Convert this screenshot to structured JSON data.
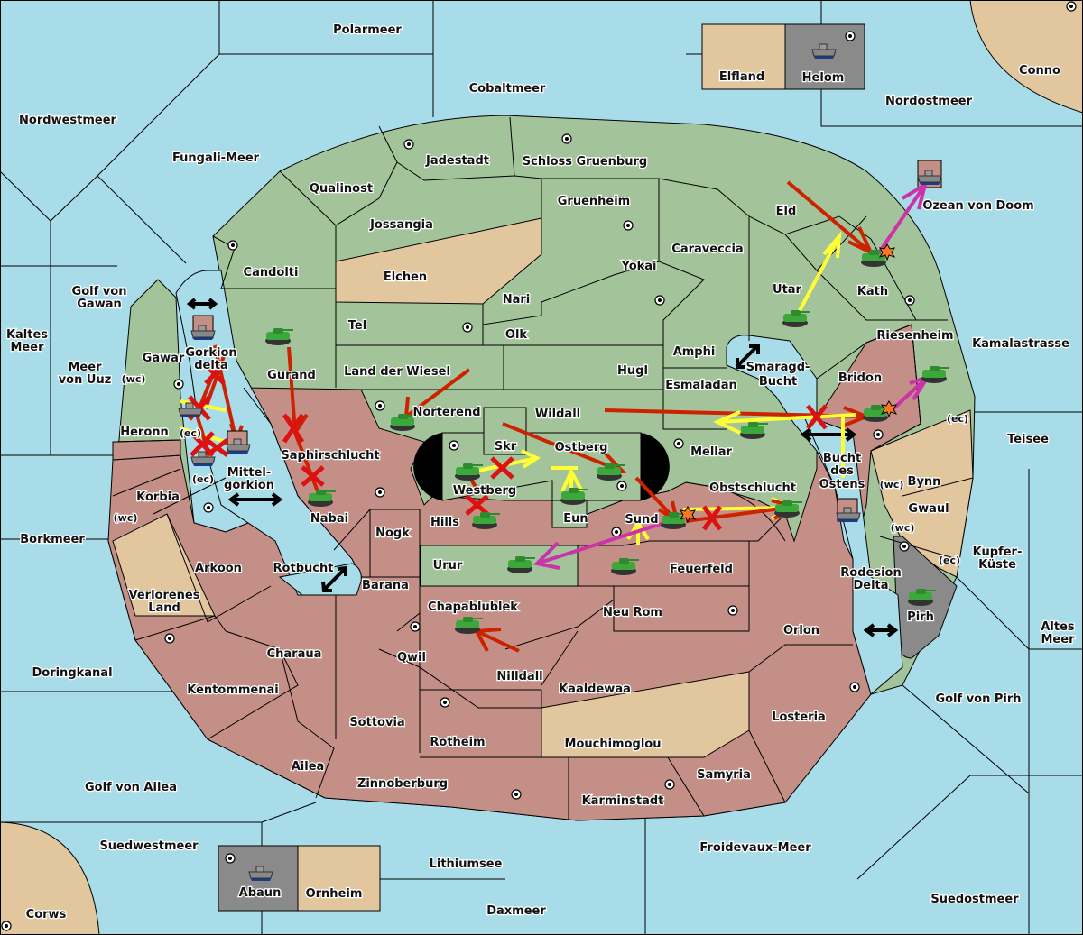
{
  "map": {
    "title": "Diplomacy Map",
    "colors": {
      "sea": "#a8dce9",
      "power_green": "#a3c49a",
      "power_red": "#c48f86",
      "neutral": "#e2c69e",
      "impassable_gray": "#8a8a8a",
      "move_order": "#cc2200",
      "support_order": "#ffff33",
      "retreat_order": "#cc33aa",
      "failed_mark": "#dd1111"
    },
    "seas": [
      "Polarmeer",
      "Cobaltmeer",
      "Nordwestmeer",
      "Fungali-Meer",
      "Nordostmeer",
      "Ozean von Doom",
      "Golf von Gawan",
      "Kaltes Meer",
      "Meer von Uuz",
      "Borkmeer",
      "Doringkanal",
      "Golf von Ailea",
      "Suedwestmeer",
      "Lithiumsee",
      "Daxmeer",
      "Froidevaux-Meer",
      "Suedostmeer",
      "Golf von Pirh",
      "Altes Meer",
      "Kupfer-Küste",
      "Teisee",
      "Kamalastrasse",
      "Gorkion delta",
      "Mittel-gorkion",
      "Rotbucht",
      "Smaragd-Bucht",
      "Bucht des Ostens",
      "Rodesion Delta"
    ],
    "green_territories": [
      "Jadestadt",
      "Schloss Gruenburg",
      "Qualinost",
      "Gruenheim",
      "Eld",
      "Jossangia",
      "Candolti",
      "Caraveccia",
      "Yokai",
      "Nari",
      "Tel",
      "Olk",
      "Amphi",
      "Utar",
      "Kath",
      "Riesenheim",
      "Hugl",
      "Land der Wiesel",
      "Esmaladan",
      "Gawar",
      "Heronn",
      "Gurand",
      "Norterend",
      "Wildall",
      "Skr",
      "Ostberg",
      "Westberg",
      "Eun",
      "Mellar",
      "Urur"
    ],
    "red_territories": [
      "Bridon",
      "Saphirschlucht",
      "Korbia",
      "Nabai",
      "Hills",
      "Nogk",
      "Obstschlucht",
      "Sund",
      "Feuerfeld",
      "Arkoon",
      "Barana",
      "Chapablublek",
      "Neu Rom",
      "Orlon",
      "Charaua",
      "Qwil",
      "Nilldall",
      "Kaaldewaa",
      "Kentommenai",
      "Sottovia",
      "Rotheim",
      "Losteria",
      "Ailea",
      "Zinnoberburg",
      "Samyria",
      "Karminstadt"
    ],
    "neutral_territories": [
      "Elfland",
      "Conno",
      "Elchen",
      "Verlorenes Land",
      "Bynn",
      "Gwaul",
      "Mouchimoglou",
      "Ornheim",
      "Corws"
    ],
    "gray_territories": [
      "Helom",
      "Pirh",
      "Abaun"
    ],
    "coast_tags": {
      "wc": "(wc)",
      "ec": "(ec)"
    },
    "labels": {
      "polarmeer": "Polarmeer",
      "cobaltmeer": "Cobaltmeer",
      "nordwestmeer": "Nordwestmeer",
      "fungali": "Fungali-Meer",
      "nordostmeer": "Nordostmeer",
      "conno": "Conno",
      "elfland": "Elfland",
      "helom": "Helom",
      "ozean": "Ozean von Doom",
      "jadestadt": "Jadestadt",
      "schloss": "Schloss Gruenburg",
      "qualinost": "Qualinost",
      "gruenheim": "Gruenheim",
      "eld": "Eld",
      "jossangia": "Jossangia",
      "candolti": "Candolti",
      "caraveccia": "Caraveccia",
      "yokai": "Yokai",
      "elchen": "Elchen",
      "nari": "Nari",
      "tel": "Tel",
      "olk": "Olk",
      "amphi": "Amphi",
      "utar": "Utar",
      "kath": "Kath",
      "riesenheim": "Riesenheim",
      "kamala": "Kamalastrasse",
      "hugl": "Hugl",
      "landwiesel": "Land der Wiesel",
      "esmaladan": "Esmaladan",
      "smaragd1": "Smaragd-",
      "smaragd2": "Bucht",
      "bridon": "Bridon",
      "golfgawan1": "Golf von",
      "golfgawan2": "Gawan",
      "kaltes1": "Kaltes",
      "kaltes2": "Meer",
      "uuz1": "Meer",
      "uuz2": "von Uuz",
      "gawar": "Gawar",
      "gorkion1": "Gorkion",
      "gorkion2": "delta",
      "gurand": "Gurand",
      "heronn": "Heronn",
      "norterend": "Norterend",
      "wildall": "Wildall",
      "skr": "Skr",
      "ostberg": "Ostberg",
      "mellar": "Mellar",
      "teisee": "Teisee",
      "bucht1": "Bucht",
      "bucht2": "des",
      "bucht3": "Ostens",
      "saphir": "Saphirschlucht",
      "mittel1": "Mittel-",
      "mittel2": "gorkion",
      "korbia": "Korbia",
      "westberg": "Westberg",
      "obst": "Obstschlucht",
      "bynn": "Bynn",
      "gwaul": "Gwaul",
      "nabai": "Nabai",
      "hills": "Hills",
      "eun": "Eun",
      "sund": "Sund",
      "borkmeer": "Borkmeer",
      "nogk": "Nogk",
      "kupfer1": "Kupfer-",
      "kupfer2": "Küste",
      "arkoon": "Arkoon",
      "urur": "Urur",
      "feuerfeld": "Feuerfeld",
      "rotbucht": "Rotbucht",
      "rodesion1": "Rodesion",
      "rodesion2": "Delta",
      "barana": "Barana",
      "verloren1": "Verlorenes",
      "verloren2": "Land",
      "chapa": "Chapablublek",
      "neurom": "Neu Rom",
      "pirh": "Pirh",
      "orlon": "Orlon",
      "altes1": "Altes",
      "altes2": "Meer",
      "charaua": "Charaua",
      "qwil": "Qwil",
      "nilldall": "Nilldall",
      "doring": "Doringkanal",
      "kentom": "Kentommenai",
      "kaaldewaa": "Kaaldewaa",
      "golfpirh": "Golf von Pirh",
      "losteria": "Losteria",
      "sottovia": "Sottovia",
      "rotheim": "Rotheim",
      "mouchi": "Mouchimoglou",
      "ailea": "Ailea",
      "samyria": "Samyria",
      "golfailea": "Golf von Ailea",
      "zinnober": "Zinnoberburg",
      "karmin": "Karminstadt",
      "suedwest": "Suedwestmeer",
      "froide": "Froidevaux-Meer",
      "lithium": "Lithiumsee",
      "abaun": "Abaun",
      "ornheim": "Ornheim",
      "suedost": "Suedostmeer",
      "daxmeer": "Daxmeer",
      "corws": "Corws"
    },
    "units": [
      {
        "type": "army",
        "location": "Gurand"
      },
      {
        "type": "army",
        "location": "Nabai"
      },
      {
        "type": "army",
        "location": "Norterend"
      },
      {
        "type": "army",
        "location": "Westberg"
      },
      {
        "type": "army",
        "location": "Hills"
      },
      {
        "type": "army",
        "location": "Ostberg"
      },
      {
        "type": "army",
        "location": "Eun"
      },
      {
        "type": "army",
        "location": "Sund",
        "dislodged": true
      },
      {
        "type": "army",
        "location": "Feuerfeld"
      },
      {
        "type": "army",
        "location": "Obstschlucht"
      },
      {
        "type": "army",
        "location": "Urur"
      },
      {
        "type": "army",
        "location": "Chapablublek"
      },
      {
        "type": "army",
        "location": "Mellar"
      },
      {
        "type": "army",
        "location": "Bridon",
        "dislodged": true
      },
      {
        "type": "army",
        "location": "Riesenheim"
      },
      {
        "type": "army",
        "location": "Utar"
      },
      {
        "type": "army",
        "location": "Kath",
        "dislodged": true
      },
      {
        "type": "army",
        "location": "Pirh"
      },
      {
        "type": "fleet",
        "location": "Gorkion delta"
      },
      {
        "type": "fleet",
        "location": "Mittel-gorkion"
      },
      {
        "type": "fleet",
        "location": "Heronn (ec)"
      },
      {
        "type": "fleet",
        "location": "Korbia (ec)"
      },
      {
        "type": "fleet",
        "location": "Bucht des Ostens"
      },
      {
        "type": "fleet",
        "location": "Ozean von Doom"
      },
      {
        "type": "fleet",
        "location": "Helom"
      },
      {
        "type": "fleet",
        "location": "Abaun"
      }
    ]
  }
}
